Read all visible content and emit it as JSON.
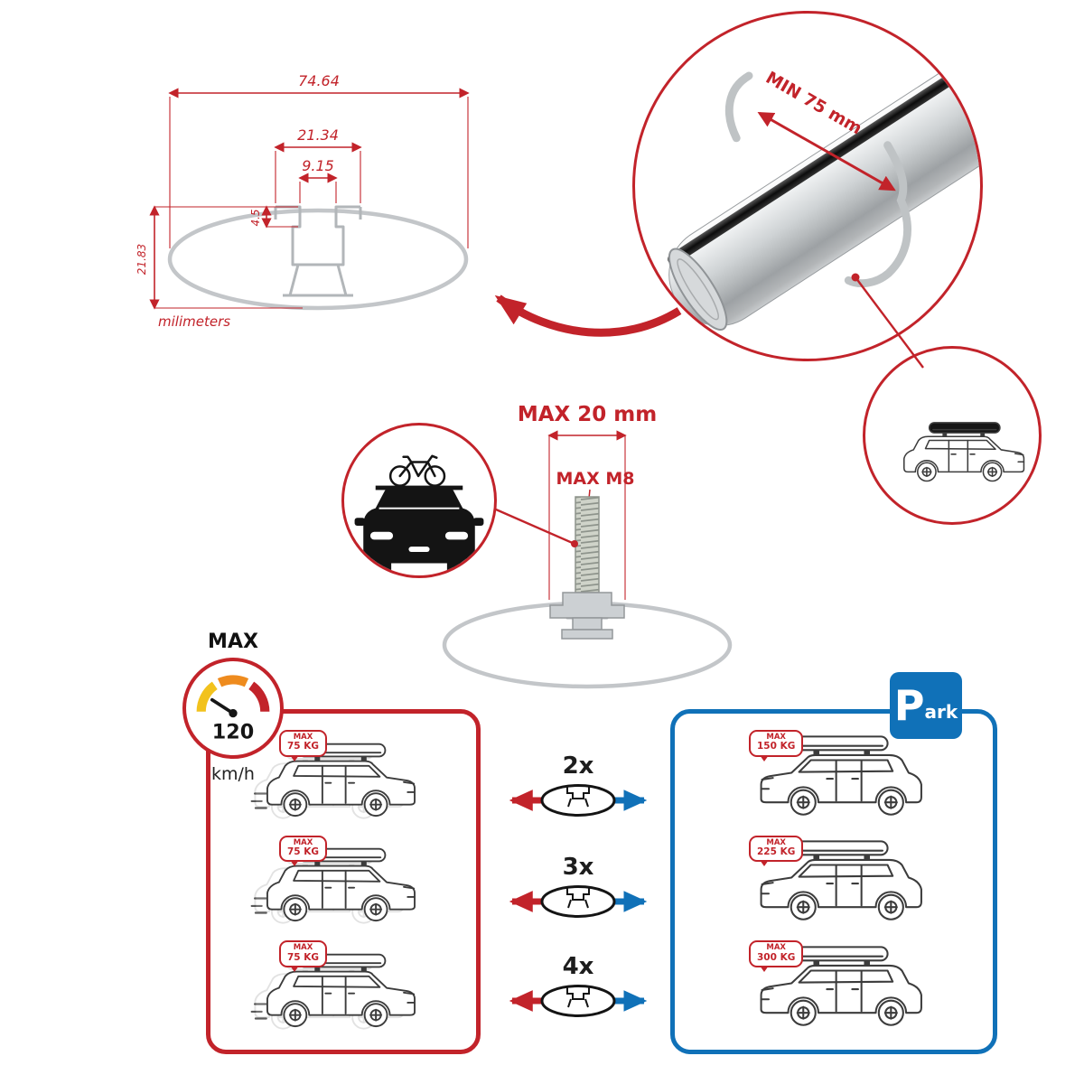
{
  "colors": {
    "red": "#C2232A",
    "blue": "#1071B8",
    "steel": "#BCC0C2",
    "dark": "#1A1A1A",
    "gauge_yellow": "#F2C21D",
    "gauge_orange": "#EE8B1E"
  },
  "profile_dimensions": {
    "total_width": "74.64",
    "pad_width": "21.34",
    "slot_width": "9.15",
    "lip_depth": "4.5",
    "total_height": "21.83",
    "units_label": "milimeters"
  },
  "crossbar_detail": {
    "clamp_clearance_label": "MIN 75 mm"
  },
  "fitting_detail": {
    "max_width_label": "MAX 20 mm",
    "thread_label": "MAX M8"
  },
  "speed_limit": {
    "title": "MAX",
    "value": "120",
    "units": "km/h"
  },
  "park_sign": {
    "initial": "P",
    "rest": "ark"
  },
  "load_table": {
    "multipliers": [
      "2x",
      "3x",
      "4x"
    ],
    "moving_loads": [
      {
        "max": "MAX",
        "weight": "75 KG"
      },
      {
        "max": "MAX",
        "weight": "75 KG"
      },
      {
        "max": "MAX",
        "weight": "75 KG"
      }
    ],
    "parked_loads": [
      {
        "max": "MAX",
        "weight": "150 KG"
      },
      {
        "max": "MAX",
        "weight": "225 KG"
      },
      {
        "max": "MAX",
        "weight": "300 KG"
      }
    ]
  }
}
